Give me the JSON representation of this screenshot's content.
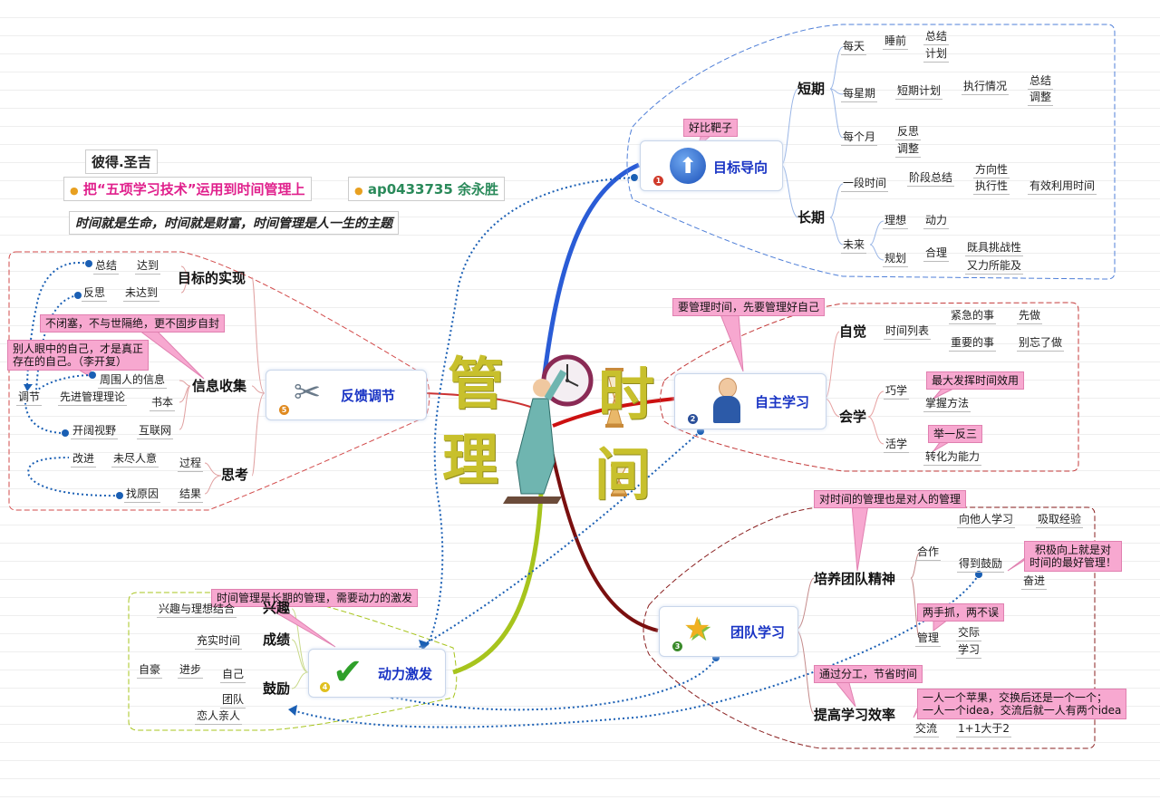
{
  "header": {
    "author": "彼得.圣吉",
    "title": "把“五项学习技术”运用到时间管理上",
    "credit": "ap0433735 余永胜",
    "motto": "时间就是生命，时间就是财富，时间管理是人一生的主题"
  },
  "center": {
    "char1": "管",
    "char2": "理",
    "char3": "时",
    "char4": "间"
  },
  "colors": {
    "pink": "#f7a8d0",
    "blue_line": "#2a5cd6",
    "red_line": "#cc1111",
    "dark_red_line": "#7a0f0f",
    "green_line": "#a7c41d",
    "node_text": "#1833c4"
  },
  "node1": {
    "num": "1",
    "label": "目标导向",
    "icon": "up-arrow-icon",
    "callout": "好比靶子",
    "short": "短期",
    "long": "长期",
    "daily": "每天",
    "bedtime": "睡前",
    "summary": "总结",
    "plan": "计划",
    "weekly": "每星期",
    "short_plan": "短期计划",
    "execution": "执行情况",
    "summary2": "总结",
    "adjust": "调整",
    "monthly": "每个月",
    "reflect": "反思",
    "adjust2": "调整",
    "period": "一段时间",
    "stage_summary": "阶段总结",
    "direction": "方向性",
    "execution2": "执行性",
    "effective": "有效利用时间",
    "future": "未来",
    "ideal": "理想",
    "motivation": "动力",
    "planning": "规划",
    "reasonable": "合理",
    "challenging": "既具挑战性",
    "achievable": "又力所能及"
  },
  "node2": {
    "num": "2",
    "label": "自主学习",
    "icon": "person-icon",
    "callout": "要管理时间，先要管理好自己",
    "self_aware": "自觉",
    "timetable": "时间列表",
    "urgent": "紧急的事",
    "do_first": "先做",
    "important": "重要的事",
    "dont_forget": "别忘了做",
    "can_learn": "会学",
    "clever": "巧学",
    "callout2": "最大发挥时间效用",
    "master": "掌握方法",
    "flexible": "活学",
    "callout3": "举一反三",
    "transform": "转化为能力"
  },
  "node3": {
    "num": "3",
    "label": "团队学习",
    "icon": "stars-icon",
    "callout": "对时间的管理也是对人的管理",
    "team_spirit": "培养团队精神",
    "cooperate": "合作",
    "learn_others": "向他人学习",
    "gain_exp": "吸取经验",
    "encouraged": "得到鼓励",
    "callout2": "积极向上就是对\n时间的最好管理！",
    "progress": "奋进",
    "callout3": "两手抓，两不误",
    "manage": "管理",
    "social": "交际",
    "study": "学习",
    "efficiency": "提高学习效率",
    "callout4": "通过分工，节省时间",
    "callout5": "一人一个苹果，交换后还是一个一个；\n一人一个idea，交流后就一人有两个idea",
    "exchange": "交流",
    "more": "1+1大于2"
  },
  "node4": {
    "num": "4",
    "label": "动力激发",
    "icon": "checkmark-icon",
    "callout": "时间管理是长期的管理，需要动力的激发",
    "interest": "兴趣",
    "interest_ideal": "兴趣与理想结合",
    "achieve": "成绩",
    "fill_time": "充实时间",
    "encourage": "鼓励",
    "self": "自己",
    "proud": "自豪",
    "progress": "进步",
    "team": "团队",
    "family": "恋人亲人"
  },
  "node5": {
    "num": "5",
    "label": "反馈调节",
    "icon": "tools-icon",
    "goal_real": "目标的实现",
    "summary": "总结",
    "reached": "达到",
    "reflect": "反思",
    "not_reached": "未达到",
    "info_collect": "信息收集",
    "callout1": "不闭塞，不与世隔绝，更不固步自封",
    "callout2": "别人眼中的自己，才是真正\n存在的自己。（李开复）",
    "people_info": "周围人的信息",
    "adjust": "调节",
    "advanced_theory": "先进管理理论",
    "books": "书本",
    "broaden": "开阔视野",
    "internet": "互联网",
    "thinking": "思考",
    "improve": "改进",
    "unsatisfied": "未尽人意",
    "process": "过程",
    "find_reason": "找原因",
    "result": "结果"
  }
}
